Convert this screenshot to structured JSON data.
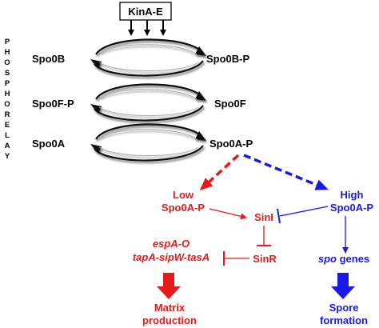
{
  "phosphorelay_label": [
    "P",
    "H",
    "O",
    "S",
    "P",
    "H",
    "O",
    "R",
    "E",
    "L",
    "A",
    "Y"
  ],
  "kinase_box": "KinA-E",
  "relay_left": [
    "Spo0B",
    "Spo0F-P",
    "Spo0A"
  ],
  "relay_right": [
    "Spo0B-P",
    "Spo0F",
    "Spo0A-P"
  ],
  "low": {
    "line1": "Low",
    "line2": "Spo0A-P"
  },
  "high": {
    "line1": "High",
    "line2": "Spo0A-P"
  },
  "sini": "SinI",
  "sinr": "SinR",
  "operons": {
    "line1": "espA-O",
    "line2": "tapA-sipW-tasA"
  },
  "spo_genes": {
    "italic": "spo",
    "rest": " genes"
  },
  "matrix": {
    "line1": "Matrix",
    "line2": "production"
  },
  "spore": {
    "line1": "Spore",
    "line2": "formation"
  },
  "colors": {
    "red": "#e8191b",
    "blue": "#1a1ae6",
    "black": "#000000"
  }
}
